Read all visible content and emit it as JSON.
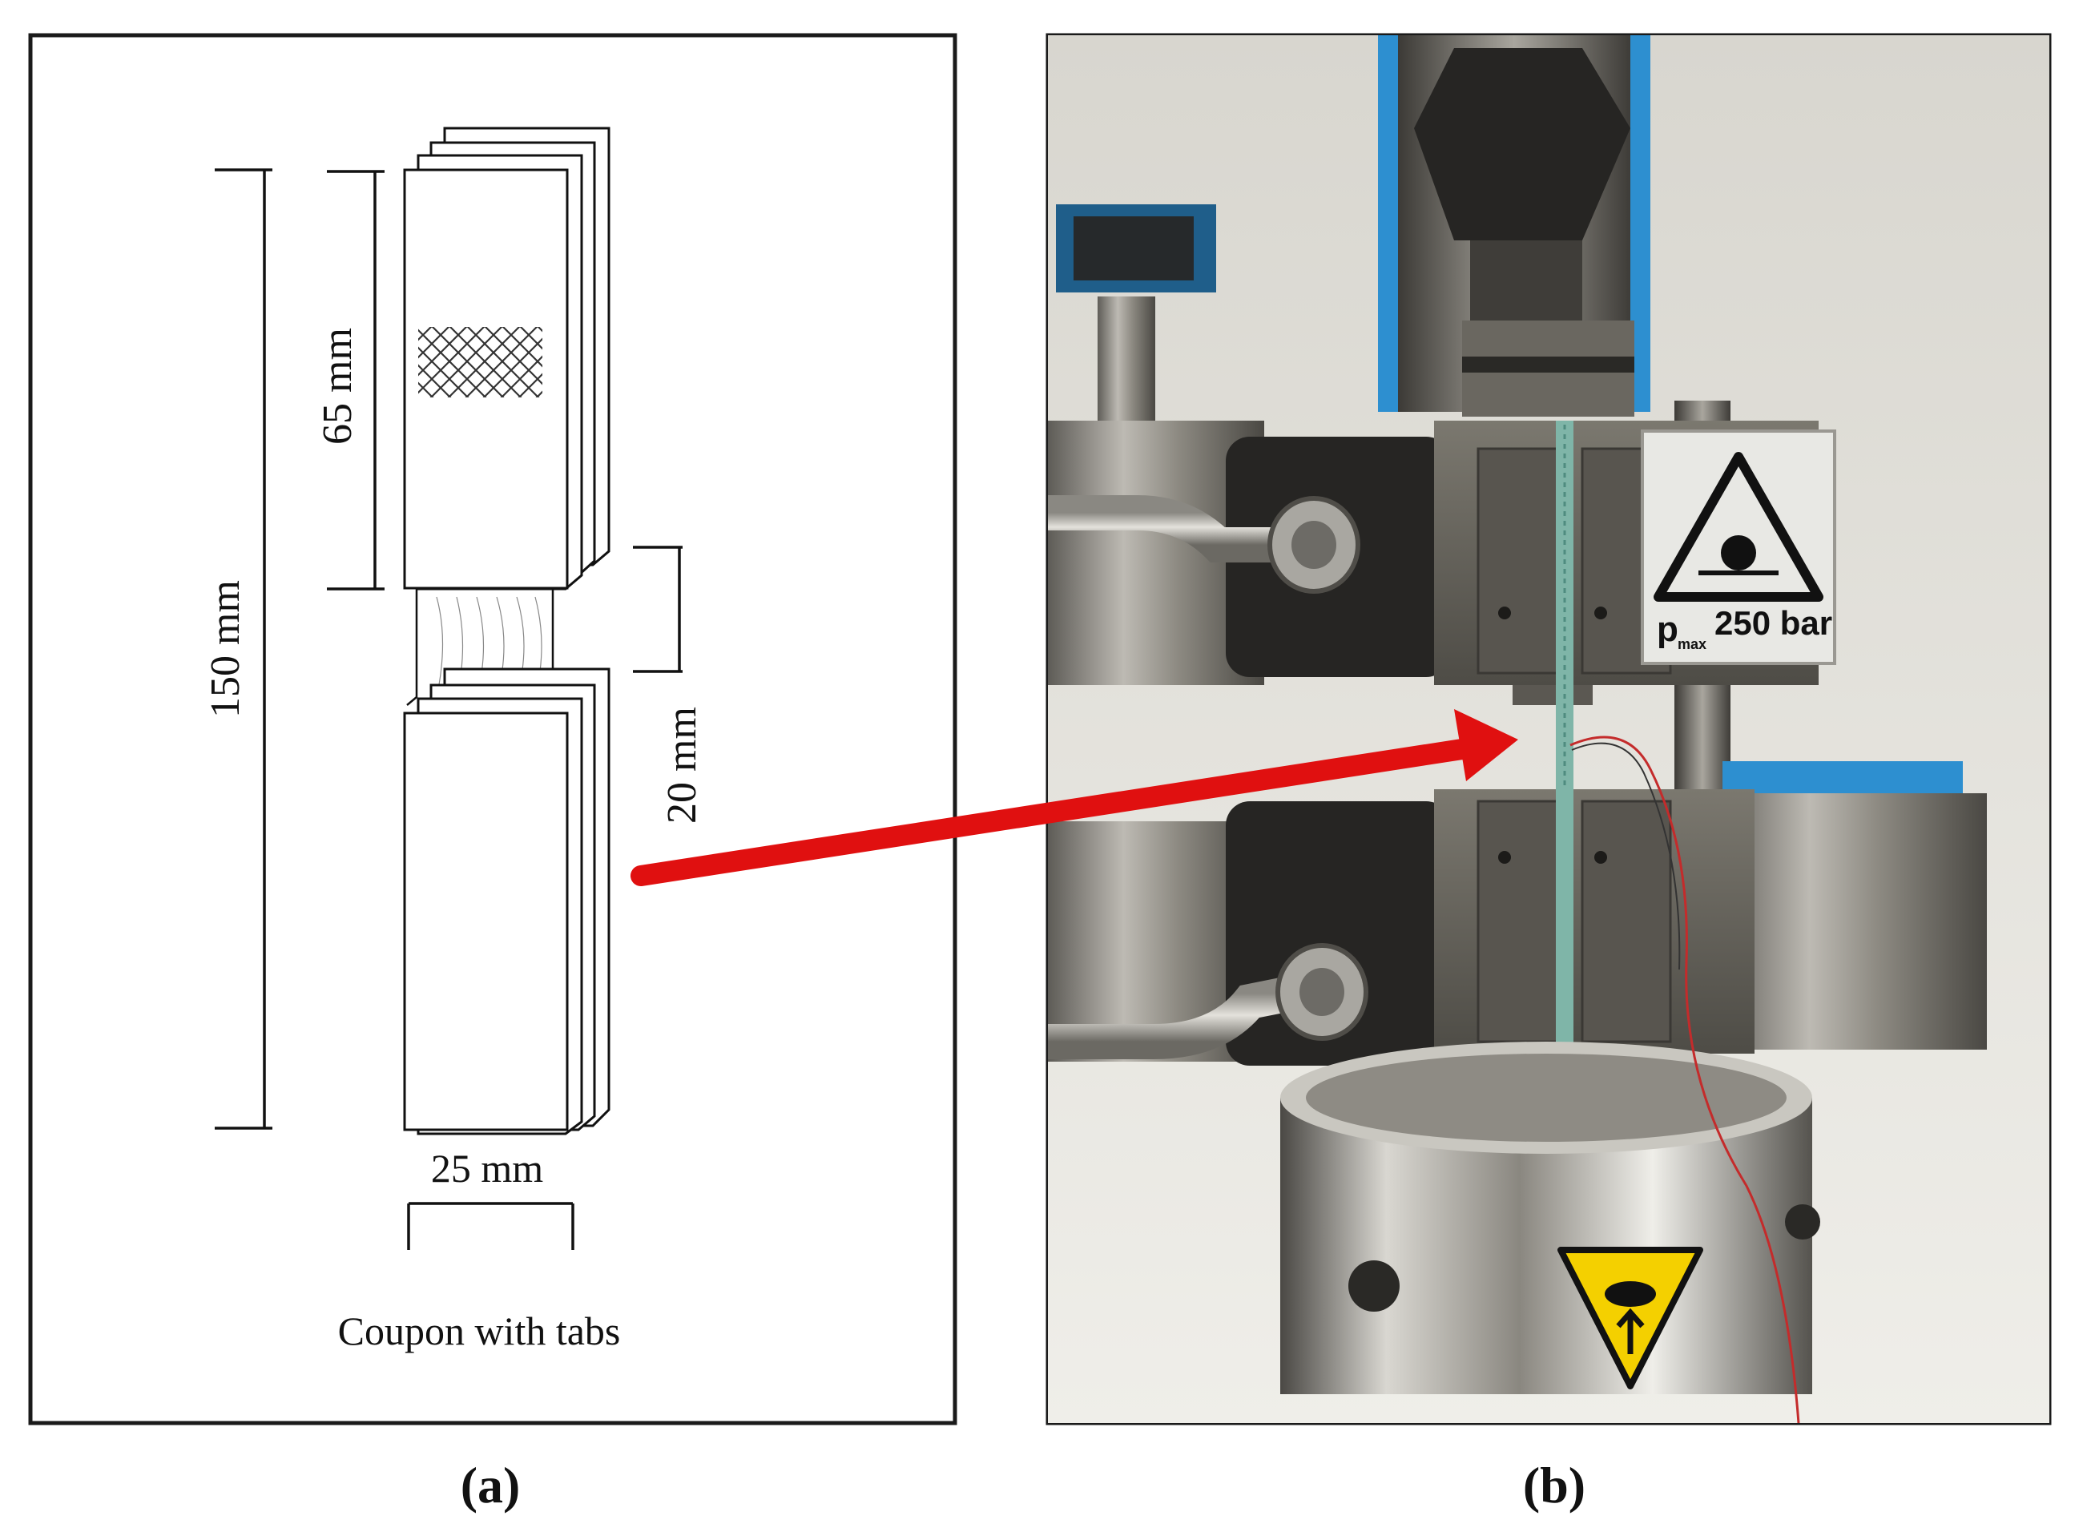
{
  "panel_a": {
    "label": "(a)",
    "title": "Coupon with tabs",
    "dimensions": {
      "overall_length": "150 mm",
      "tab_length": "65 mm",
      "gauge_length": "20 mm",
      "width": "25 mm"
    }
  },
  "panel_b": {
    "label": "(b)",
    "warning_sign": {
      "p_letter": "p",
      "p_subscript": "max",
      "pressure": "250 bar"
    }
  },
  "colors": {
    "arrow": "#e01010",
    "frame": "#1a1a1a",
    "grip_metal": "#6a6760",
    "fixture_black": "#222222",
    "blue_trim": "#2d8fd0",
    "specimen": "#7fb5a8",
    "warning_yellow": "#f4d000"
  }
}
